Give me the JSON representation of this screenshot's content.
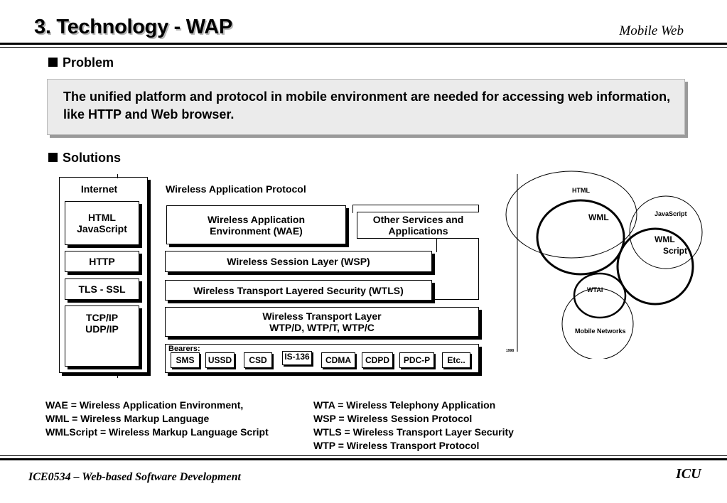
{
  "header": {
    "title": "3. Technology - WAP",
    "subtitle": "Mobile Web"
  },
  "problem": {
    "heading": "Problem",
    "text": "The unified platform and protocol in mobile environment are needed for accessing web information, like HTTP and Web browser."
  },
  "solutions": {
    "heading": "Solutions"
  },
  "internet_stack": {
    "heading": "Internet",
    "layers": [
      "HTML\nJavaScript",
      "HTTP",
      "TLS - SSL",
      "TCP/IP\nUDP/IP"
    ]
  },
  "wap_stack": {
    "heading": "Wireless Application Protocol",
    "wae": "Wireless Application\nEnvironment (WAE)",
    "other": "Other Services and\nApplications",
    "wsp": "Wireless Session Layer (WSP)",
    "wtls": "Wireless Transport Layered Security (WTLS)",
    "wtp": "Wireless Transport Layer\nWTP/D, WTP/T, WTP/C",
    "bearers_label": "Bearers:",
    "bearers": [
      "SMS",
      "USSD",
      "CSD",
      "IS-136",
      "CDMA",
      "CDPD",
      "PDC-P",
      "Etc.."
    ]
  },
  "venn": {
    "html": "HTML",
    "wml": "WML",
    "javascript": "JavaScript",
    "wmlscript_1": "WML",
    "wmlscript_2": "Script",
    "wtai": "WTAI",
    "mobile_networks": "Mobile Networks",
    "small_note": "1998"
  },
  "legend": {
    "left": [
      "WAE = Wireless Application Environment,",
      "WML = Wireless Markup Language",
      "WMLScript = Wireless Markup Language Script"
    ],
    "right": [
      "WTA = Wireless Telephony Application",
      "WSP = Wireless Session Protocol",
      "WTLS = Wireless Transport Layer Security",
      "WTP = Wireless Transport Protocol"
    ]
  },
  "footer": {
    "left": "ICE0534 – Web-based Software Development",
    "right": "ICU"
  }
}
